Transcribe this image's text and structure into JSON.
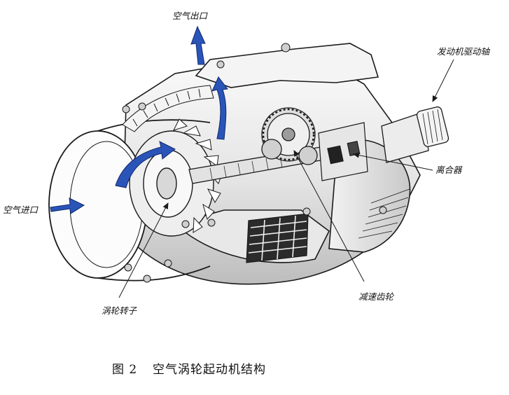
{
  "labels": {
    "air_outlet": "空气出口",
    "air_inlet": "空气进口",
    "engine_shaft": "发动机驱动轴",
    "clutch": "离合器",
    "reduction_gear": "减速齿轮",
    "turbine_rotor": "涡轮转子"
  },
  "caption": {
    "figure_number": "图 2",
    "title": "空气涡轮起动机结构"
  },
  "colors": {
    "flow_arrow": "#2a54b8",
    "line": "#1a1a1a"
  }
}
